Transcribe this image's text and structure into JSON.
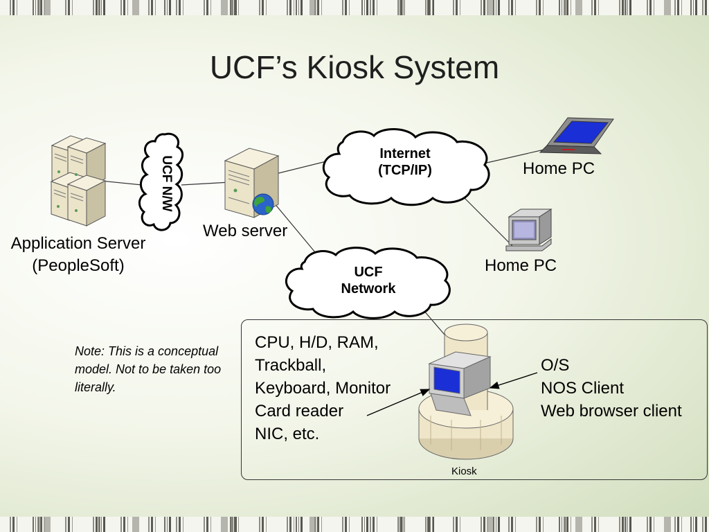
{
  "slide": {
    "title": "UCF’s Kiosk System"
  },
  "nodes": {
    "application_server": [
      "Application Server",
      "(PeopleSoft)"
    ],
    "ucf_nw": "UCF N/W",
    "web_server": "Web server",
    "internet": [
      "Internet",
      "(TCP/IP)"
    ],
    "home_pc_laptop": "Home PC",
    "home_pc_desktop": "Home PC",
    "ucf_network": [
      "UCF",
      "Network"
    ],
    "kiosk": "Kiosk"
  },
  "kiosk_hardware": [
    "CPU, H/D, RAM,",
    "Trackball,",
    "Keyboard, Monitor",
    "Card reader",
    "NIC, etc."
  ],
  "kiosk_software": [
    "O/S",
    "NOS Client",
    "Web browser client"
  ],
  "note": "Note: This is a conceptual model. Not to be taken too literally.",
  "colors": {
    "screen_blue": "#1a2fd6",
    "server_body": "#e6dfc4",
    "kiosk_base": "#efe6c9",
    "globe_blue": "#2a63c9",
    "globe_green": "#3ea33b"
  },
  "icons": [
    "server-icon",
    "laptop-icon",
    "desktop-icon",
    "globe-icon",
    "cloud-icon",
    "kiosk-icon"
  ]
}
